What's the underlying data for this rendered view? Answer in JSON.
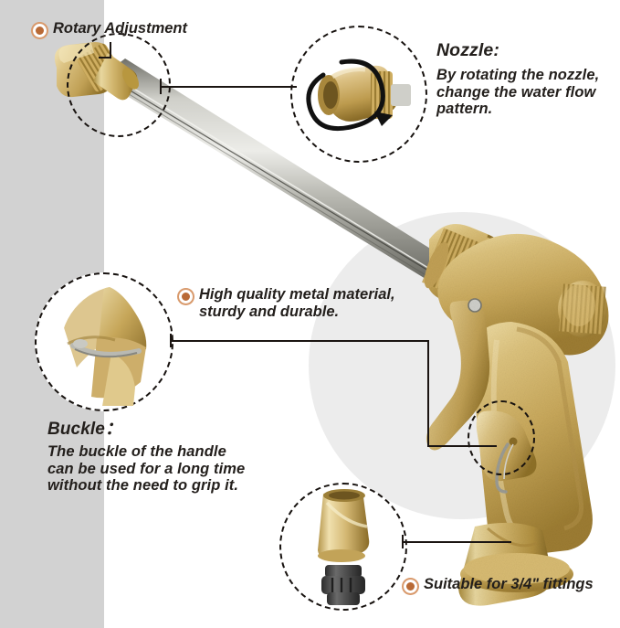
{
  "image": {
    "subject": "brass high pressure water spray gun / garden hose nozzle",
    "kind": "product-feature-infographic"
  },
  "theme": {
    "page_background": "#ffffff",
    "side_band": "#d2d2d2",
    "hero_circle": "#ececec",
    "bullet_color": "#b96a36",
    "bullet_ring": "#d99a6c",
    "text_color": "#231f1c",
    "line_color": "#1b1512",
    "brass_light": "#e6cf8d",
    "brass_mid": "#c9a košt",
    "brass_dark": "#8a6c28",
    "steel_light": "#d8d8d4",
    "steel_dark": "#8c8c86",
    "adapter_dark": "#4a4a4a"
  },
  "callouts": {
    "rotary": {
      "label": "Rotary Adjustment",
      "bullet": "bullet-dot"
    },
    "nozzle": {
      "heading": "Nozzle:",
      "body": "By rotating the nozzle,\nchange the water flow\npattern."
    },
    "quality": {
      "label": "High quality metal material,\nsturdy and durable.",
      "bullet": "bullet-dot"
    },
    "buckle": {
      "heading": "Buckle：",
      "body": "The buckle of the handle\ncan be used for a long time\nwithout the need to grip it."
    },
    "fitting": {
      "label": "Suitable for 3/4\" fittings",
      "bullet": "bullet-dot"
    }
  },
  "detail_views": [
    {
      "name": "nozzle-detail",
      "shows": "brass nozzle tip with circular rotation arrow"
    },
    {
      "name": "buckle-detail",
      "shows": "brass handle buckle with metal wire latch"
    },
    {
      "name": "fitting-detail",
      "shows": "brass inlet collar and dark quick-connect adapter"
    }
  ],
  "product_parts": [
    {
      "name": "nozzle-tip",
      "material": "brass"
    },
    {
      "name": "extension-wand",
      "material": "stainless steel"
    },
    {
      "name": "knurled-collar",
      "material": "brass"
    },
    {
      "name": "trigger",
      "material": "brass"
    },
    {
      "name": "buckle-latch",
      "material": "steel wire"
    },
    {
      "name": "rear-knob",
      "material": "brass"
    },
    {
      "name": "inlet-base",
      "material": "brass"
    }
  ]
}
